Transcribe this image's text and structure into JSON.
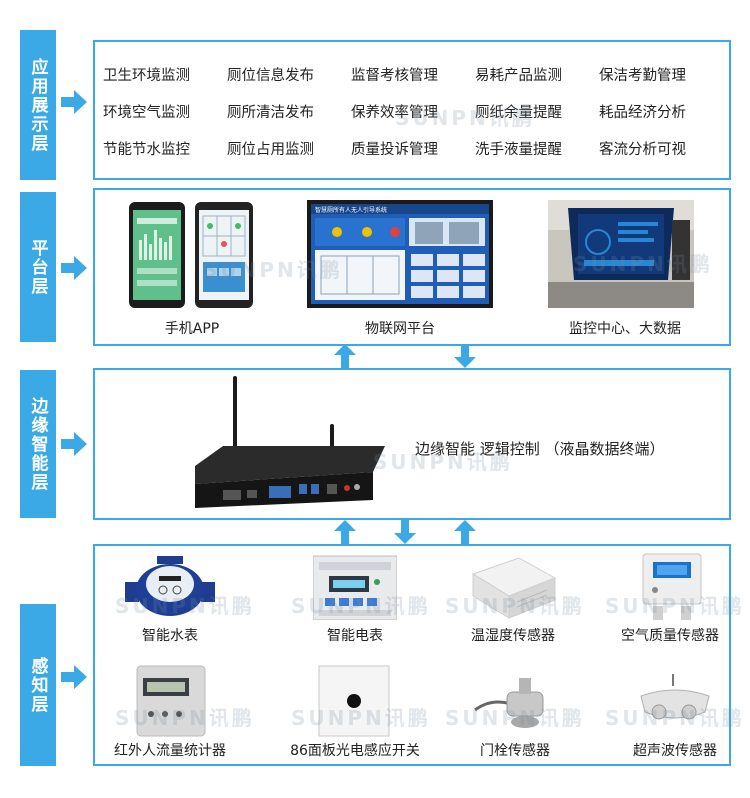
{
  "colors": {
    "accent": "#3aa9e6",
    "arrow": "#3aa9e6"
  },
  "layers": {
    "application": "应用展示层",
    "platform": "平台层",
    "edge": "边缘智能层",
    "perception": "感知层"
  },
  "application_items": [
    "卫生环境监测",
    "厕位信息发布",
    "监督考核管理",
    "易耗产品监测",
    "保洁考勤管理",
    "环境空气监测",
    "厕所清洁发布",
    "保养效率管理",
    "厕纸余量提醒",
    "耗品经济分析",
    "节能节水监控",
    "厕位占用监测",
    "质量投诉管理",
    "洗手液量提醒",
    "客流分析可视"
  ],
  "platform": {
    "mobile_label": "手机APP",
    "iot_label": "物联网平台",
    "monitor_label": "监控中心、大数据",
    "screen_title": "智慧厕所有人无人引导系统"
  },
  "edge": {
    "label": "边缘智能  逻辑控制 （液晶数据终端）"
  },
  "perception_items": [
    "智能水表",
    "智能电表",
    "温湿度传感器",
    "空气质量传感器",
    "红外人流量统计器",
    "86面板光电感应开关",
    "门栓传感器",
    "超声波传感器"
  ],
  "watermark": "SUNPN讯鹏"
}
